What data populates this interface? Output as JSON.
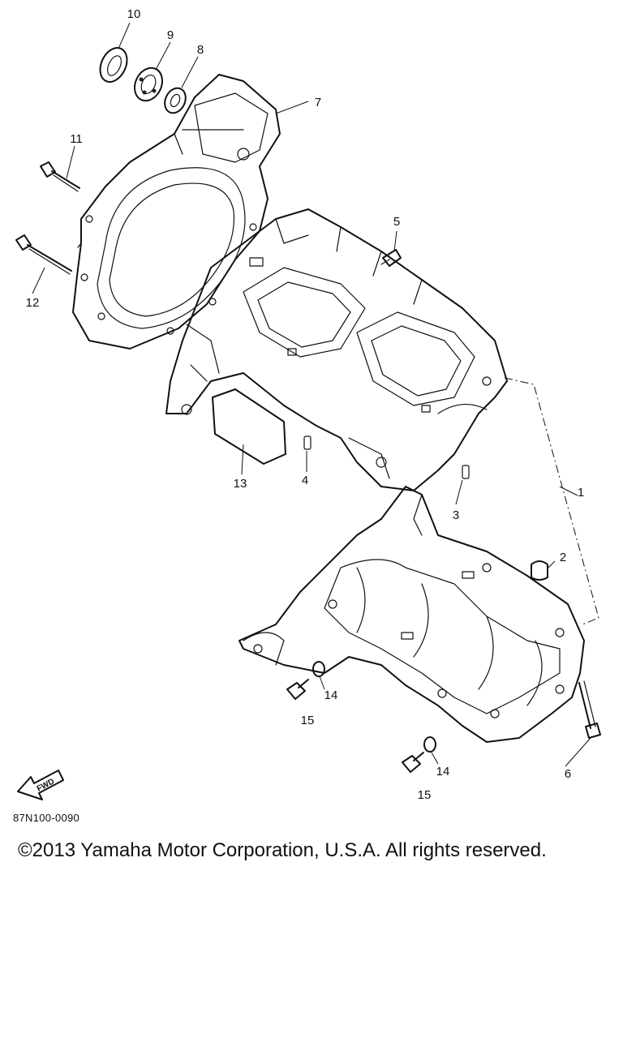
{
  "figure_code": "87N100-0090",
  "copyright": "©2013 Yamaha Motor Corporation, U.S.A. All rights reserved.",
  "fwd_label": "FWD",
  "callouts": {
    "p1": "1",
    "p2": "2",
    "p3": "3",
    "p4": "4",
    "p5": "5",
    "p6": "6",
    "p7": "7",
    "p8": "8",
    "p9": "9",
    "p10": "10",
    "p11": "11",
    "p12": "12",
    "p13": "13",
    "p14a": "14",
    "p14b": "14",
    "p15a": "15",
    "p15b": "15"
  }
}
